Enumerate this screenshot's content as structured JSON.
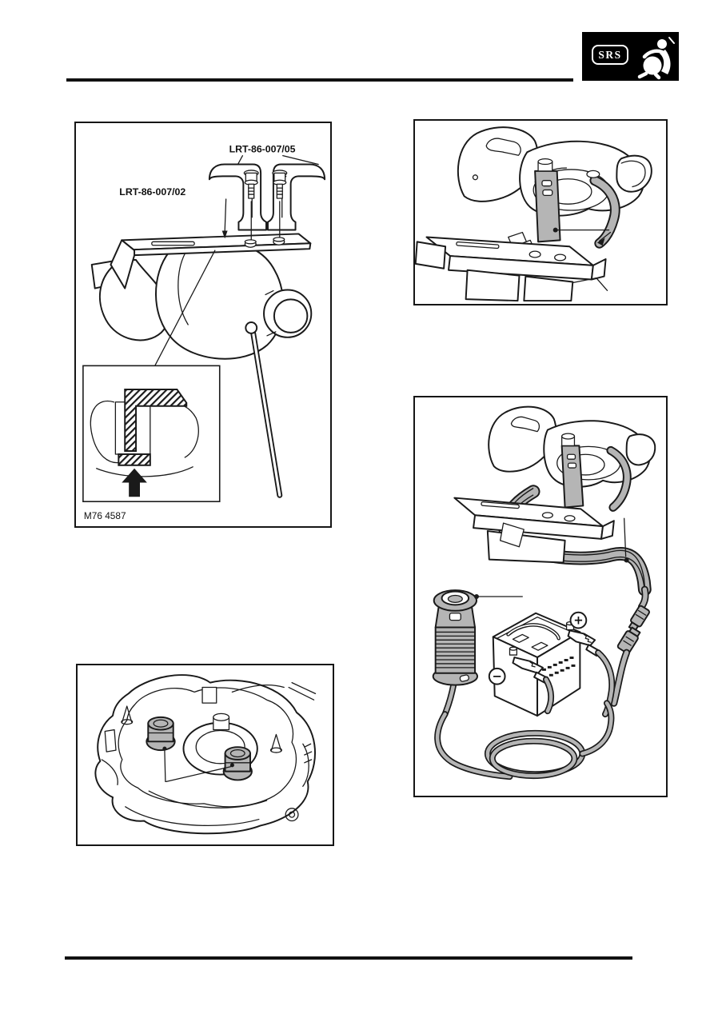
{
  "badge": {
    "label": "SRS",
    "icon": "airbag-occupant-icon",
    "bg": "#000000",
    "fg": "#ffffff"
  },
  "fig1": {
    "bracket_tool_label": "LRT-86-007/05",
    "plate_tool_label": "LRT-86-007/02",
    "caption": "M76 4587"
  },
  "fig3": {
    "battery_positive": "+",
    "battery_negative": "−"
  },
  "colors": {
    "line": "#1a1a1a",
    "shade": "#b5b5b5",
    "paper": "#ffffff"
  }
}
